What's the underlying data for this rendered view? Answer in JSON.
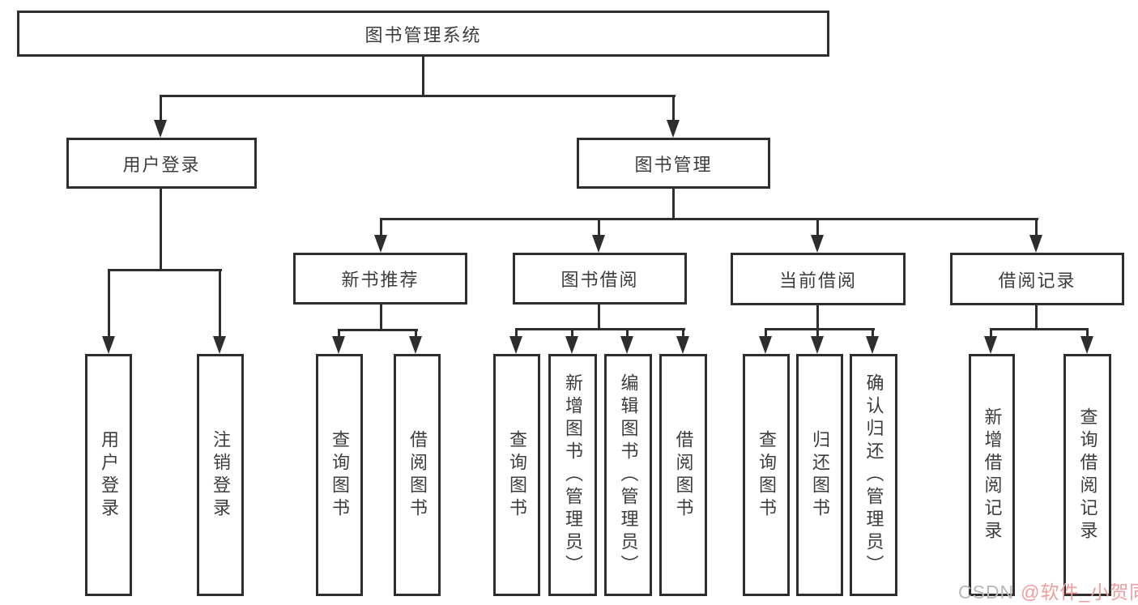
{
  "diagram_title": "图书管理系统",
  "tree": {
    "root": "图书管理系统",
    "level2": [
      "用户登录",
      "图书管理"
    ],
    "level3": [
      "新书推荐",
      "图书借阅",
      "当前借阅",
      "借阅记录"
    ],
    "leaves": {
      "user": [
        "用户登录",
        "注销登录"
      ],
      "recommend": [
        "查询图书",
        "借阅图书"
      ],
      "borrow": [
        "查询图书",
        "新增图书（管理员）",
        "编辑图书（管理员）",
        "借阅图书"
      ],
      "current": [
        "查询图书",
        "归还图书",
        "确认归还（管理员）"
      ],
      "records": [
        "新增借阅记录",
        "查询借阅记录"
      ]
    }
  },
  "watermark": {
    "brand": "CSDN",
    "author": "@软件_小贺同学"
  },
  "colors": {
    "line": "#2e2e2e",
    "box_border": "#2e2e2e",
    "text": "#3d3d3d",
    "background": "#ffffff",
    "watermark_brand": "#b8b8b8",
    "watermark_author": "#ef9c9c"
  }
}
